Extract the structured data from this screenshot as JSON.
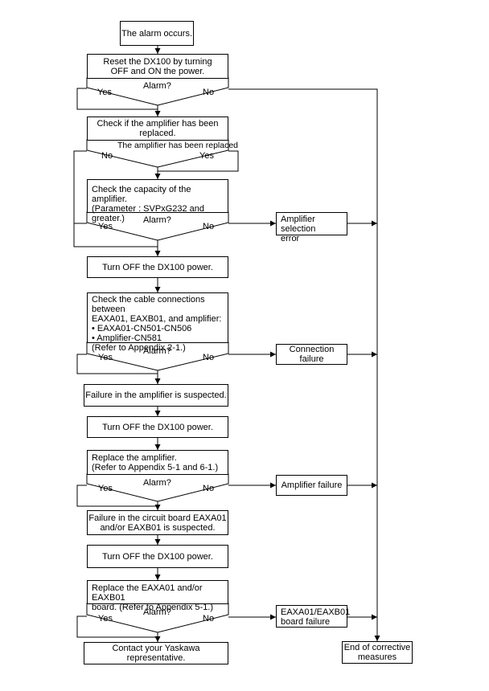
{
  "start": "The alarm occurs.",
  "s1": {
    "box": "Reset the DX100 by turning\nOFF and ON the power.",
    "q": "Alarm?",
    "yes": "Yes",
    "no": "No"
  },
  "s2": {
    "box": "Check if the amplifier has been\nreplaced.",
    "q": "The amplifier has been\nreplaced",
    "no": "No",
    "yes": "Yes"
  },
  "s3": {
    "box": "Check the capacity of the amplifier.\n(Parameter : SVPxG232 and greater.)",
    "q": "Alarm?",
    "yes": "Yes",
    "no": "No"
  },
  "r1": "Amplifier selection\nerror",
  "p1": "Turn OFF the DX100 power.",
  "s4": {
    "box": "Check the cable connections between\nEAXA01, EAXB01, and amplifier:\n• EAXA01-CN501-CN506\n• Amplifier-CN581\n(Refer to Appendix 2-1.)",
    "q": "Alarm?",
    "yes": "Yes",
    "no": "No"
  },
  "r2": "Connection failure",
  "f1": "Failure in the amplifier is suspected.",
  "p2": "Turn OFF the DX100 power.",
  "s5": {
    "box": "Replace the amplifier.\n(Refer to Appendix 5-1 and 6-1.)",
    "q": "Alarm?",
    "yes": "Yes",
    "no": "No"
  },
  "r3": "Amplifier failure",
  "f2": "Failure in the circuit board EAXA01\nand/or EAXB01 is suspected.",
  "p3": "Turn OFF the DX100 power.",
  "s6": {
    "box": "Replace the EAXA01 and/or EAXB01\nboard. (Refer to Appendix 5-1.)",
    "q": "Alarm?",
    "yes": "Yes",
    "no": "No"
  },
  "r4": "EAXA01/EAXB01\nboard failure",
  "contact": "Contact your Yaskawa representative.",
  "end": "End of corrective\nmeasures"
}
